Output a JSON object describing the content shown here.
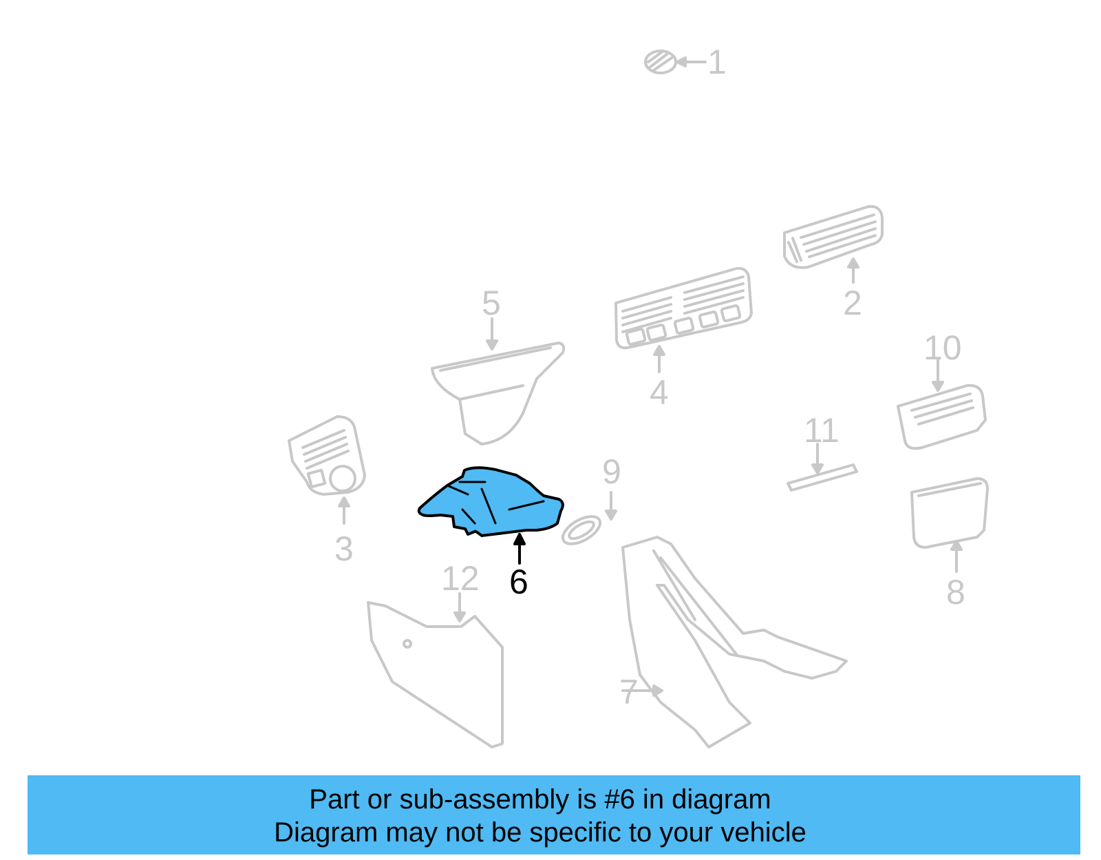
{
  "diagram": {
    "highlighted_part": "6",
    "colors": {
      "highlight_fill": "#4fbaf3",
      "highlight_stroke": "#000000",
      "part_stroke": "#c8c8c8",
      "banner_bg": "#4fbaf3"
    },
    "callouts": [
      {
        "id": "1",
        "label": "1"
      },
      {
        "id": "2",
        "label": "2"
      },
      {
        "id": "3",
        "label": "3"
      },
      {
        "id": "4",
        "label": "4"
      },
      {
        "id": "5",
        "label": "5"
      },
      {
        "id": "6",
        "label": "6"
      },
      {
        "id": "7",
        "label": "7"
      },
      {
        "id": "8",
        "label": "8"
      },
      {
        "id": "9",
        "label": "9"
      },
      {
        "id": "10",
        "label": "10"
      },
      {
        "id": "11",
        "label": "11"
      },
      {
        "id": "12",
        "label": "12"
      }
    ]
  },
  "banner": {
    "line1": "Part or sub-assembly is #6 in diagram",
    "line2": "Diagram may not be specific to your vehicle"
  }
}
